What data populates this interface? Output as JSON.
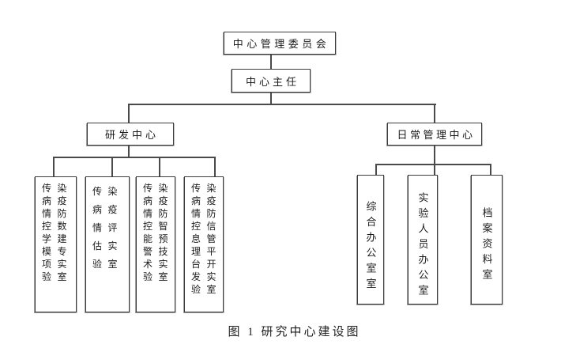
{
  "diagram": {
    "committee": "中心管理委员会",
    "director": "中心主任",
    "rd_center": "研发中心",
    "daily_center": "日常管理中心",
    "labs": [
      "传染病疫情防控数学建模专项实验室",
      "传染病疫情评估实验室",
      "传染病疫情防控智能预警技术实验室",
      "传染病疫情防控信息管理平台开发实验室"
    ],
    "offices": [
      "综合办公室室",
      "实验人员办公室",
      "档案资料室"
    ],
    "caption": "图 1 研究中心建设图"
  },
  "colors": {
    "background": "#ffffff",
    "box_border": "#3d3d3d",
    "line": "#4a4a4a",
    "text": "#1c1c1c"
  }
}
